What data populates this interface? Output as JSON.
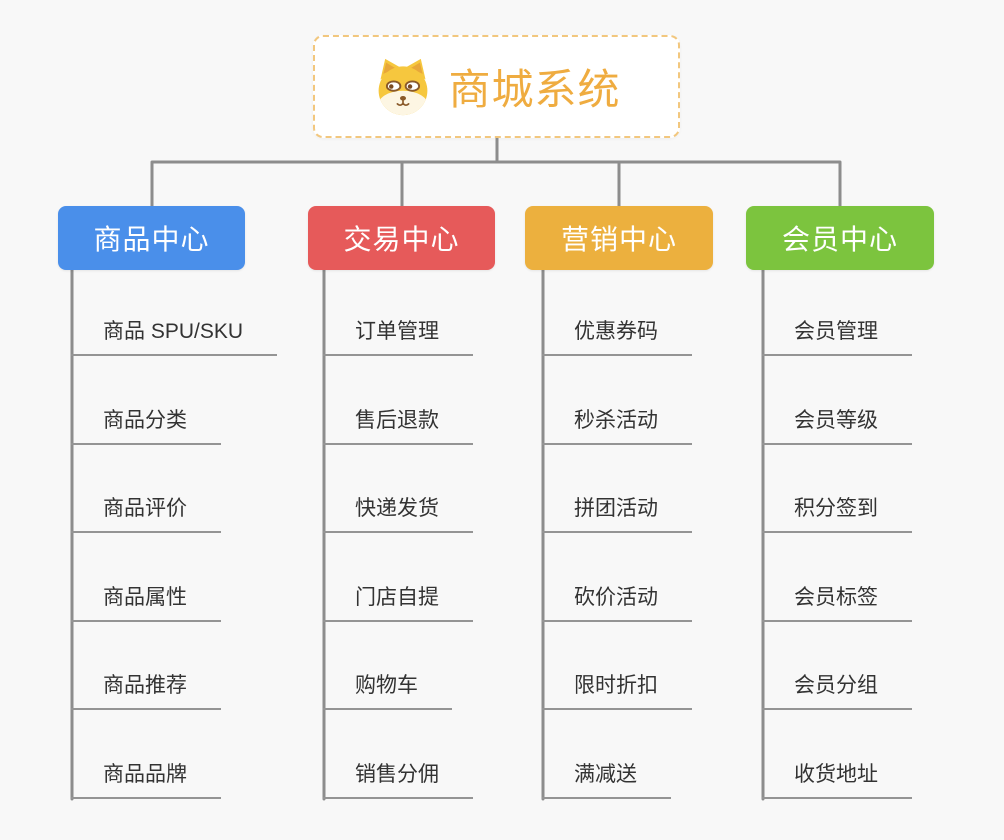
{
  "root": {
    "title": "商城系统",
    "icon": "shiba-dog-icon"
  },
  "branches": [
    {
      "id": "product",
      "label": "商品中心",
      "color": "#4a8fea",
      "children": [
        "商品 SPU/SKU",
        "商品分类",
        "商品评价",
        "商品属性",
        "商品推荐",
        "商品品牌"
      ]
    },
    {
      "id": "trade",
      "label": "交易中心",
      "color": "#e65a5a",
      "children": [
        "订单管理",
        "售后退款",
        "快递发货",
        "门店自提",
        "购物车",
        "销售分佣"
      ]
    },
    {
      "id": "marketing",
      "label": "营销中心",
      "color": "#ecb03e",
      "children": [
        "优惠券码",
        "秒杀活动",
        "拼团活动",
        "砍价活动",
        "限时折扣",
        "满减送"
      ]
    },
    {
      "id": "member",
      "label": "会员中心",
      "color": "#7cc43e",
      "children": [
        "会员管理",
        "会员等级",
        "积分签到",
        "会员标签",
        "会员分组",
        "收货地址"
      ]
    }
  ],
  "colors": {
    "background": "#f8f8f8",
    "root_text": "#efac40",
    "root_border": "#f2c77e",
    "connector": "#8d8d8d",
    "leaf_text": "#333333",
    "leaf_underline": "#949494"
  }
}
